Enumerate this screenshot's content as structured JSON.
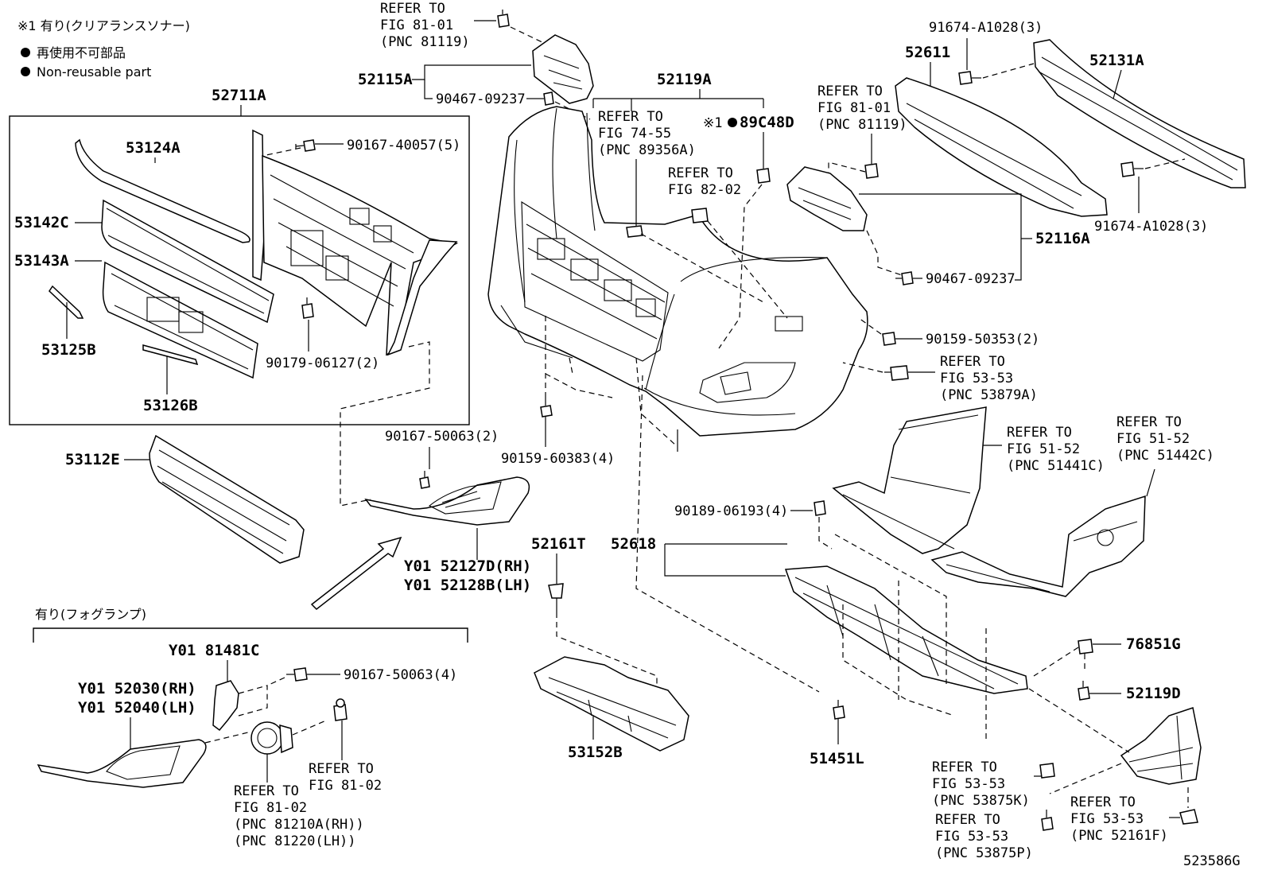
{
  "legend": {
    "note1": "※1 有り(クリアランスソナー)",
    "nonreusable_jp": "再使用不可部品",
    "nonreusable_en": "Non-reusable part"
  },
  "fog_lamp_group_label": "有り(フォグランプ)",
  "diagram_id": "523586G",
  "part_labels": {
    "p52711A": "52711A",
    "p53124A": "53124A",
    "p53142C": "53142C",
    "p53143A": "53143A",
    "p53125B": "53125B",
    "p53126B": "53126B",
    "p90167_40057": "90167-40057(5)",
    "p90179_06127": "90179-06127(2)",
    "p52115A": "52115A",
    "p90467_09237_a": "90467-09237",
    "p52119A": "52119A",
    "p89C48D": "89C48D",
    "p52611": "52611",
    "p91674_a": "91674-A1028(3)",
    "p52131A": "52131A",
    "p91674_b": "91674-A1028(3)",
    "p52116A": "52116A",
    "p90467_09237_b": "90467-09237",
    "p90159_50353": "90159-50353(2)",
    "p53112E": "53112E",
    "p90167_50063_2": "90167-50063(2)",
    "p90159_60383": "90159-60383(4)",
    "p52127D": "Y01 52127D(RH)",
    "p52128B": "Y01 52128B(LH)",
    "p52161T": "52161T",
    "p52618": "52618",
    "p90189_06193": "90189-06193(4)",
    "p76851G": "76851G",
    "p52119D": "52119D",
    "p81481C": "Y01 81481C",
    "p90167_50063_4": "90167-50063(4)",
    "p52030": "Y01 52030(RH)",
    "p52040": "Y01 52040(LH)",
    "p53152B": "53152B",
    "p51451L": "51451L"
  },
  "refer_notes": {
    "r_top_left": [
      "REFER TO",
      "FIG 81-01",
      "(PNC 81119)"
    ],
    "r_top_center": [
      "REFER TO",
      "FIG 74-55",
      "(PNC 89356A)"
    ],
    "r_fig8202": [
      "REFER TO",
      "FIG 82-02"
    ],
    "r_top_right": [
      "REFER TO",
      "FIG 81-01",
      "(PNC 81119)"
    ],
    "r_53879A": [
      "REFER TO",
      "FIG 53-53",
      "(PNC 53879A)"
    ],
    "r_51441C": [
      "REFER TO",
      "FIG 51-52",
      "(PNC 51441C)"
    ],
    "r_51442C": [
      "REFER TO",
      "FIG 51-52",
      "(PNC 51442C)"
    ],
    "r_fog_bulb": [
      "REFER TO",
      "FIG 81-02"
    ],
    "r_fog_lamp": [
      "REFER TO",
      "FIG 81-02",
      "(PNC 81210A(RH))",
      "(PNC 81220(LH))"
    ],
    "r_53875K": [
      "REFER TO",
      "FIG 53-53",
      "(PNC 53875K)"
    ],
    "r_53875P": [
      "REFER TO",
      "FIG 53-53",
      "(PNC 53875P)"
    ],
    "r_52161F": [
      "REFER TO",
      "FIG 53-53",
      "(PNC 52161F)"
    ]
  }
}
